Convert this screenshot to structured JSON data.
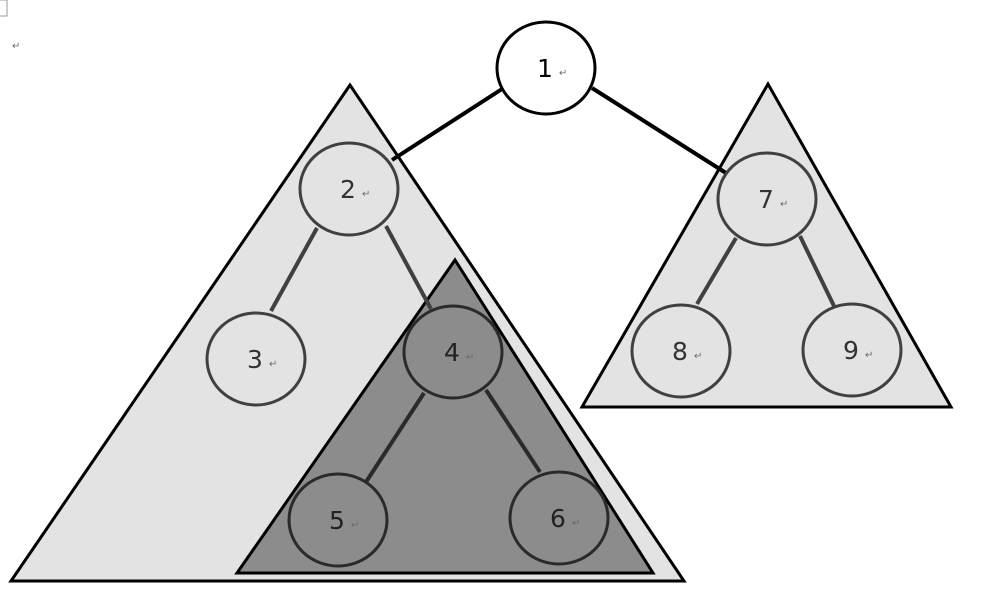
{
  "diagram": {
    "nodes": [
      {
        "id": "1",
        "label": "1"
      },
      {
        "id": "2",
        "label": "2"
      },
      {
        "id": "3",
        "label": "3"
      },
      {
        "id": "4",
        "label": "4"
      },
      {
        "id": "5",
        "label": "5"
      },
      {
        "id": "6",
        "label": "6"
      },
      {
        "id": "7",
        "label": "7"
      },
      {
        "id": "8",
        "label": "8"
      },
      {
        "id": "9",
        "label": "9"
      }
    ],
    "edges": [
      {
        "from": "1",
        "to": "2"
      },
      {
        "from": "1",
        "to": "7"
      },
      {
        "from": "2",
        "to": "3"
      },
      {
        "from": "2",
        "to": "4"
      },
      {
        "from": "4",
        "to": "5"
      },
      {
        "from": "4",
        "to": "6"
      },
      {
        "from": "7",
        "to": "8"
      },
      {
        "from": "7",
        "to": "9"
      }
    ],
    "subtrees": [
      {
        "root": "2",
        "shade": "light"
      },
      {
        "root": "4",
        "shade": "dark"
      },
      {
        "root": "7",
        "shade": "light"
      }
    ],
    "paragraph_mark": "↵",
    "colors": {
      "light_fill": "#e3e3e3",
      "dark_fill": "#8c8c8c",
      "root_fill": "#ffffff",
      "outline": "#000000",
      "node_outline": "#404040"
    }
  }
}
